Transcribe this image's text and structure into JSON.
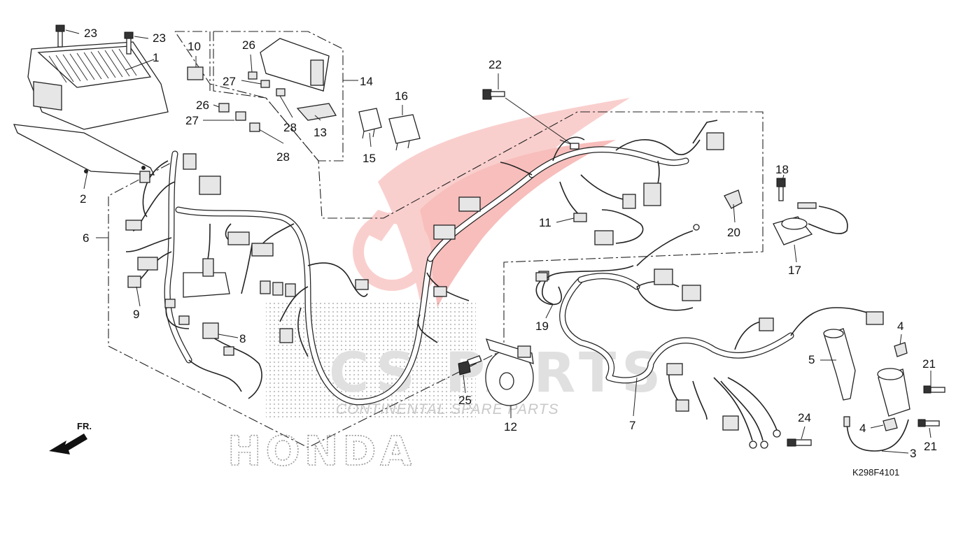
{
  "diagram": {
    "callouts": [
      {
        "id": "c1",
        "text": "1"
      },
      {
        "id": "c2",
        "text": "2"
      },
      {
        "id": "c3",
        "text": "3"
      },
      {
        "id": "c4a",
        "text": "4"
      },
      {
        "id": "c4b",
        "text": "4"
      },
      {
        "id": "c5",
        "text": "5"
      },
      {
        "id": "c6",
        "text": "6"
      },
      {
        "id": "c7",
        "text": "7"
      },
      {
        "id": "c8",
        "text": "8"
      },
      {
        "id": "c9",
        "text": "9"
      },
      {
        "id": "c10",
        "text": "10"
      },
      {
        "id": "c11",
        "text": "11"
      },
      {
        "id": "c12",
        "text": "12"
      },
      {
        "id": "c13",
        "text": "13"
      },
      {
        "id": "c14",
        "text": "14"
      },
      {
        "id": "c15",
        "text": "15"
      },
      {
        "id": "c16",
        "text": "16"
      },
      {
        "id": "c17",
        "text": "17"
      },
      {
        "id": "c18",
        "text": "18"
      },
      {
        "id": "c19",
        "text": "19"
      },
      {
        "id": "c20",
        "text": "20"
      },
      {
        "id": "c21a",
        "text": "21"
      },
      {
        "id": "c21b",
        "text": "21"
      },
      {
        "id": "c22",
        "text": "22"
      },
      {
        "id": "c23a",
        "text": "23"
      },
      {
        "id": "c23b",
        "text": "23"
      },
      {
        "id": "c24",
        "text": "24"
      },
      {
        "id": "c25",
        "text": "25"
      },
      {
        "id": "c26a",
        "text": "26"
      },
      {
        "id": "c26b",
        "text": "26"
      },
      {
        "id": "c27a",
        "text": "27"
      },
      {
        "id": "c27b",
        "text": "27"
      },
      {
        "id": "c28a",
        "text": "28"
      },
      {
        "id": "c28b",
        "text": "28"
      }
    ],
    "diagram_code": "K298F4101",
    "direction_label": "FR.",
    "brand_mark": "HONDA",
    "watermark": {
      "big": "CS PARTS",
      "tagline": "CONTINENTAL SPARE PARTS"
    },
    "colors": {
      "ink": "#222222",
      "watermark_red": "#e53935",
      "watermark_gray": "#d9d9d9"
    }
  }
}
